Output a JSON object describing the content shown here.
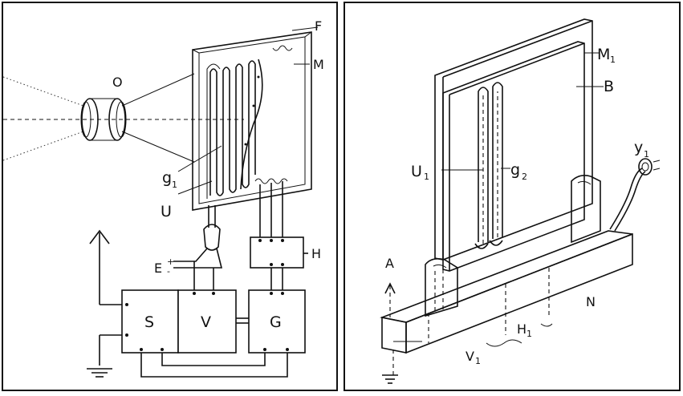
{
  "left_figure": {
    "labels": {
      "O": "O",
      "F": "F",
      "M": "M",
      "g1": "g",
      "g1_sub": "1",
      "U": "U",
      "H": "H",
      "E": "E",
      "E_plus": "+",
      "E_minus": "-",
      "S": "S",
      "V": "V",
      "G": "G"
    }
  },
  "right_figure": {
    "labels": {
      "M1": "M",
      "M1_sub": "1",
      "B": "B",
      "U1": "U",
      "U1_sub": "1",
      "g2": "g",
      "g2_sub": "2",
      "Y1": "y",
      "Y1_sub": "1",
      "A": "A",
      "N": "N",
      "H1": "H",
      "H1_sub": "1",
      "V1": "V",
      "V1_sub": "1"
    }
  }
}
